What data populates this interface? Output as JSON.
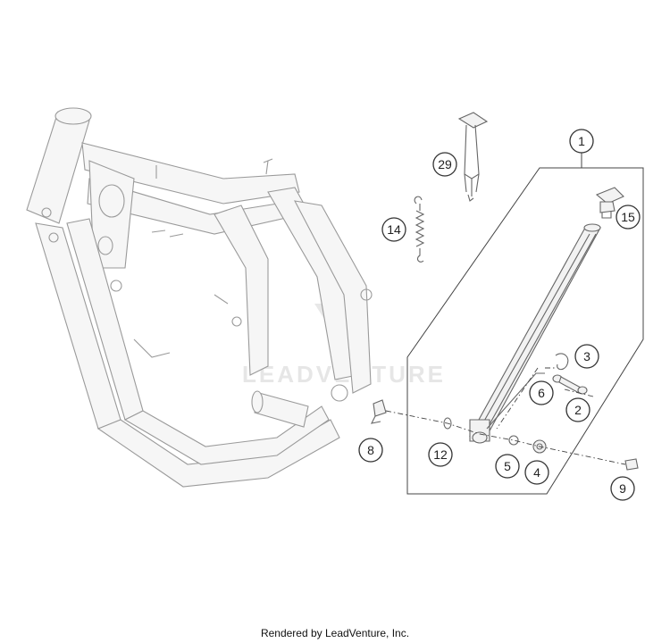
{
  "callouts": [
    "1",
    "29",
    "15",
    "14",
    "3",
    "6",
    "2",
    "8",
    "12",
    "5",
    "4",
    "9"
  ],
  "watermark": "LEADVENTURE",
  "footer": "Rendered by LeadVenture, Inc.",
  "colors": {
    "frame": "#9a9a9a",
    "parts": "#666666",
    "leader": "#444444",
    "callout_border": "#333333",
    "watermark": "#e4e4e4"
  }
}
